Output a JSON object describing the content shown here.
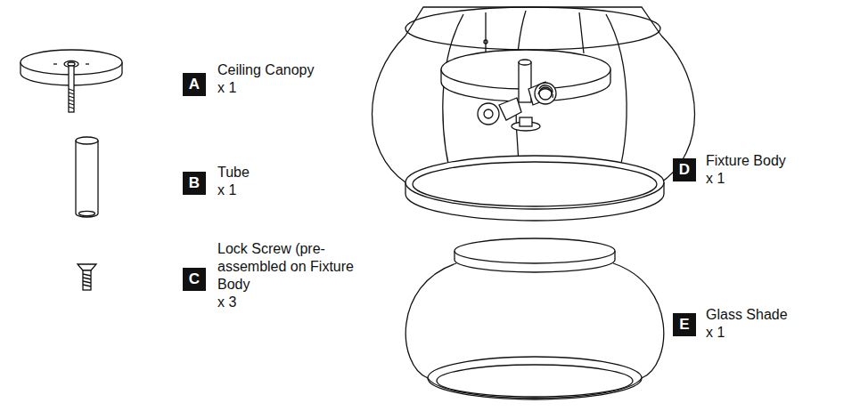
{
  "diagram": {
    "nodes": [
      {
        "text": [
          "A"
        ]
      },
      {
        "text": [
          "B"
        ]
      },
      {
        "text": [
          "C"
        ]
      },
      {
        "text": [
          "D"
        ]
      },
      {
        "text": [
          "E"
        ]
      }
    ],
    "labels": [
      "Ceiling Canopy",
      "x 1",
      "Tube",
      "x 1",
      "Lock Screw (pre-assembled on Fixture Body",
      "x 3",
      "Fixture Body",
      "x 1",
      "Glass Shade",
      "x 1"
    ]
  }
}
